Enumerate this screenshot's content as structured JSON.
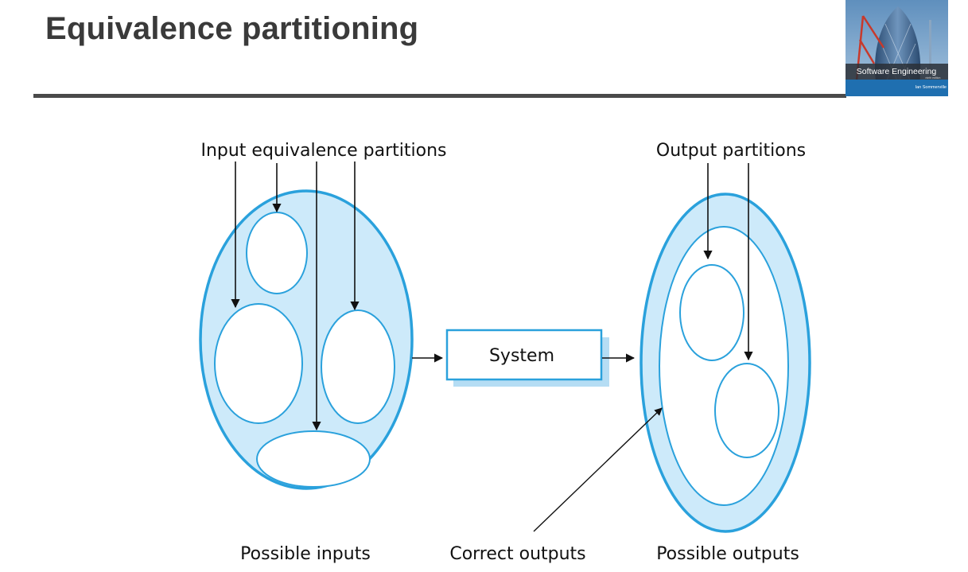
{
  "slide": {
    "title": "Equivalence partitioning"
  },
  "book": {
    "title": "Software Engineering",
    "edition": "ninth edition",
    "author": "Ian Sommerville"
  },
  "diagram": {
    "labels": {
      "input_partitions": "Input equivalence partitions",
      "output_partitions": "Output partitions",
      "system": "System",
      "possible_inputs": "Possible inputs",
      "correct_outputs": "Correct outputs",
      "possible_outputs": "Possible outputs"
    }
  },
  "colors": {
    "fill_light_blue": "#cdeafa",
    "stroke_blue": "#2aa1dc",
    "inner_fill": "#ffffff",
    "arrow": "#111111",
    "title": "#3a3a3a"
  }
}
